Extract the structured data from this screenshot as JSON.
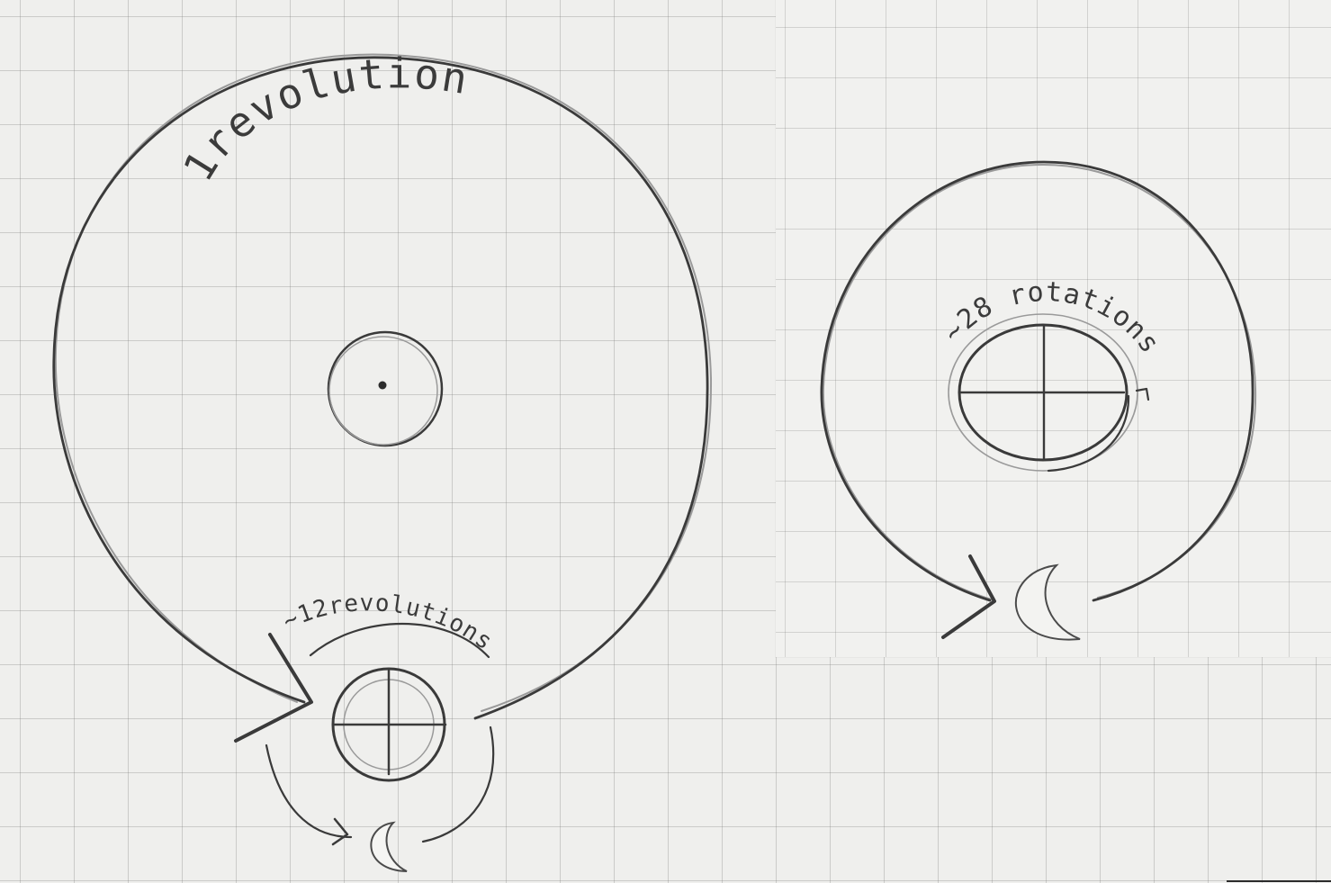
{
  "left_diagram": {
    "outer_label": "1revolution",
    "inner_label": "~12revolutions"
  },
  "right_diagram": {
    "label": "~28 rotations"
  },
  "colors": {
    "paper": "#efefed",
    "grid": "#8a8a8a",
    "pencil": "#3a3a3a"
  }
}
